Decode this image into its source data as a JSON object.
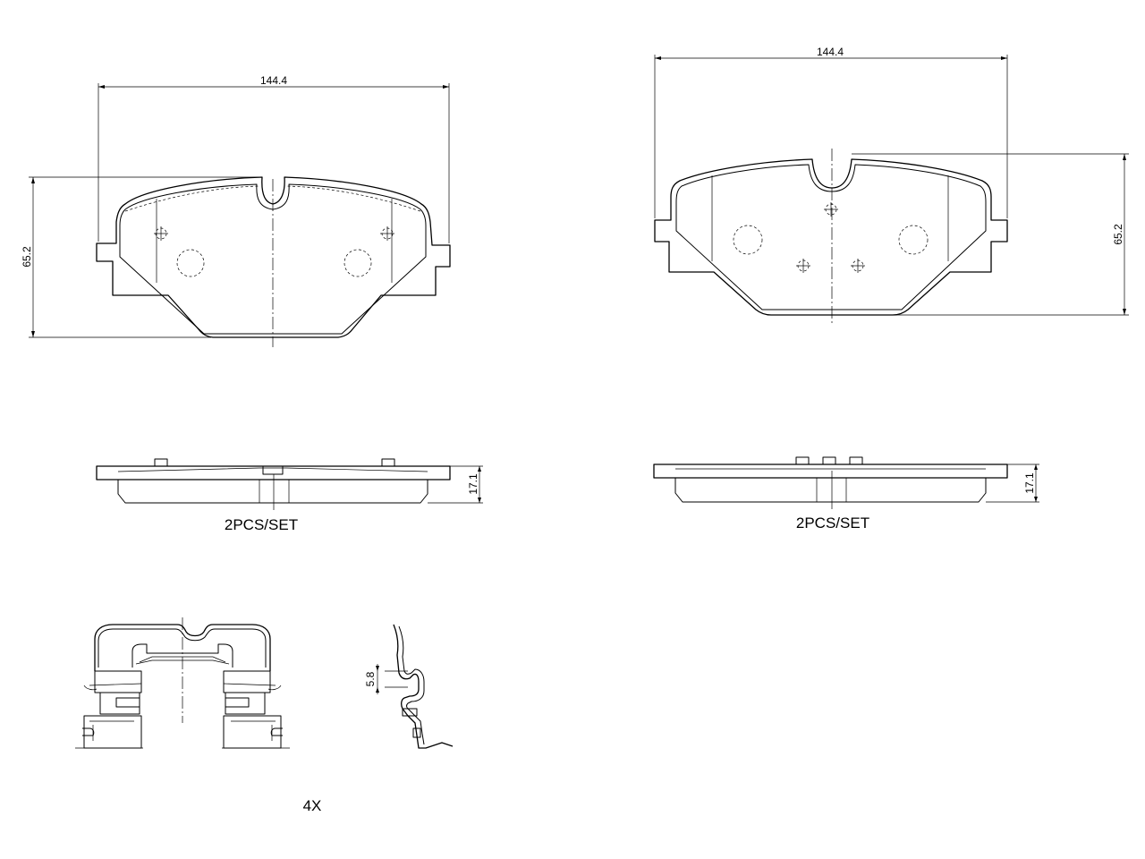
{
  "left_pad": {
    "width_dim": "144.4",
    "height_dim": "65.2",
    "thickness_dim": "17.1",
    "set_label": "2PCS/SET"
  },
  "right_pad": {
    "width_dim": "144.4",
    "height_dim": "65.2",
    "thickness_dim": "17.1",
    "set_label": "2PCS/SET"
  },
  "clip": {
    "spring_dim": "5.8",
    "quantity_label": "4X"
  },
  "colors": {
    "line": "#000000",
    "background": "#ffffff"
  }
}
